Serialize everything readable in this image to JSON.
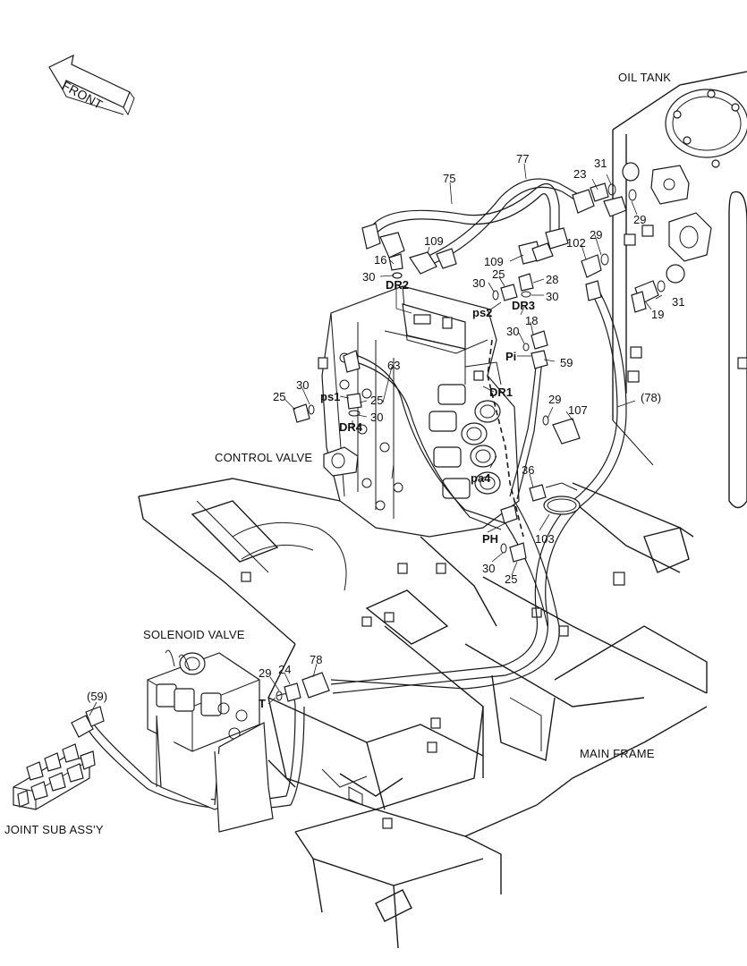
{
  "orientation": {
    "front_label": "FRONT"
  },
  "sections": {
    "oil_tank": "OIL TANK",
    "control_valve": "CONTROL VALVE",
    "solenoid_valve": "SOLENOID VALVE",
    "main_frame": "MAIN FRAME",
    "joint_sub_assy": "JOINT SUB ASS'Y"
  },
  "ports": {
    "dr2": "DR2",
    "dr3": "DR3",
    "dr1": "DR1",
    "dr4": "DR4",
    "ps2": "ps2",
    "ps1": "ps1",
    "pi": "Pi",
    "pa4": "pa4",
    "ph": "PH",
    "t": "T"
  },
  "callouts": {
    "c77": "77",
    "c75": "75",
    "c23": "23",
    "c31a": "31",
    "c29a": "29",
    "c109a": "109",
    "c16": "16",
    "c30a": "30",
    "c109b": "109",
    "c102": "102",
    "c29b": "29",
    "c25a": "25",
    "c28": "28",
    "c30b": "30",
    "c30c": "30",
    "c31b": "31",
    "c19": "19",
    "c18": "18",
    "c30d": "30",
    "c59": "59",
    "c63": "63",
    "c30e": "30",
    "c25b": "25",
    "c25c": "25",
    "c30f": "30",
    "c78p": "(78)",
    "c29c": "29",
    "c107": "107",
    "c36": "36",
    "c103": "103",
    "c30g": "30",
    "c25d": "25",
    "c29d": "29",
    "c24": "24",
    "c78": "78",
    "c59p": "(59)"
  }
}
